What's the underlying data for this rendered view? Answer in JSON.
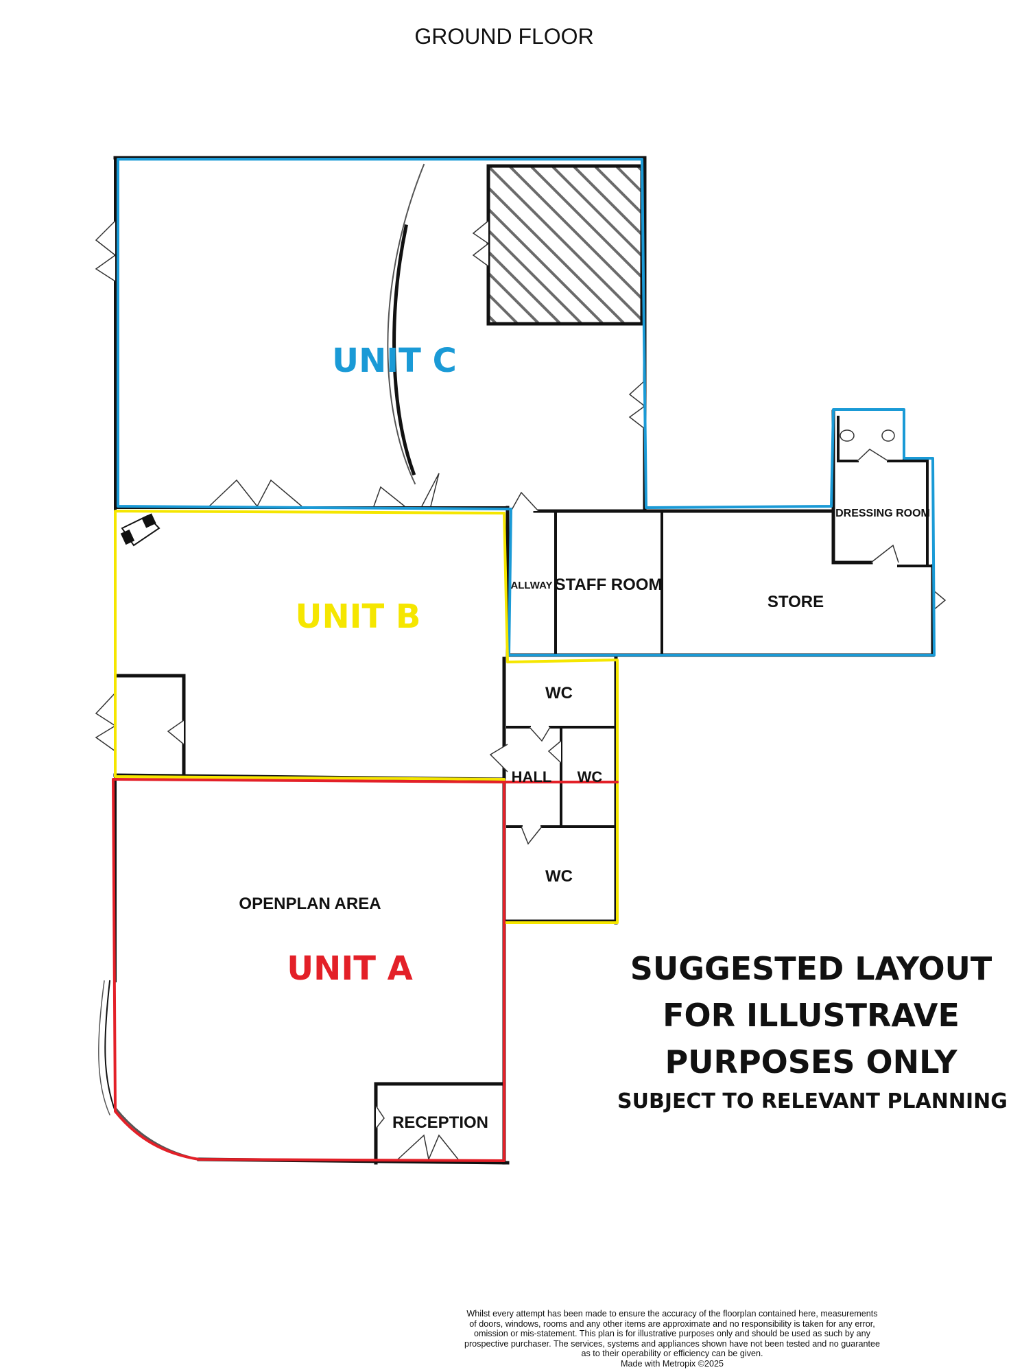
{
  "header": {
    "title": "GROUND FLOOR"
  },
  "units": {
    "unit_c": {
      "label": "UNIT C",
      "color": "#1a9ad6"
    },
    "unit_b": {
      "label": "UNIT B",
      "color": "#f5e600"
    },
    "unit_a": {
      "label": "UNIT A",
      "color": "#e32028"
    }
  },
  "rooms": {
    "hallway": "ALLWAY",
    "staff_room": "STAFF ROOM",
    "store": "STORE",
    "dressing_room": "DRESSING ROOM",
    "wc_upper": "WC",
    "hall": "HALL",
    "wc_middle": "WC",
    "wc_lower": "WC",
    "openplan_area": "OPENPLAN AREA",
    "reception": "RECEPTION"
  },
  "notice": {
    "line1": "SUGGESTED LAYOUT",
    "line2": "FOR ILLUSTRAVE",
    "line3": "PURPOSES ONLY",
    "line4": "SUBJECT TO RELEVANT PLANNING"
  },
  "disclaimer": {
    "line1": "Whilst every attempt has been made to ensure the accuracy of the floorplan contained here, measurements",
    "line2": "of doors, windows, rooms and any other items are approximate and no responsibility is taken for any error,",
    "line3": "omission or mis-statement. This plan is for illustrative purposes only and should be used as such by any",
    "line4": "prospective purchaser. The services, systems and appliances shown have not been tested and no guarantee",
    "line5": "as to their operability or efficiency can be given.",
    "line6": "Made with Metropix ©2025"
  },
  "colors": {
    "wall": "#111111",
    "hatch": "#666666",
    "background": "#ffffff"
  }
}
